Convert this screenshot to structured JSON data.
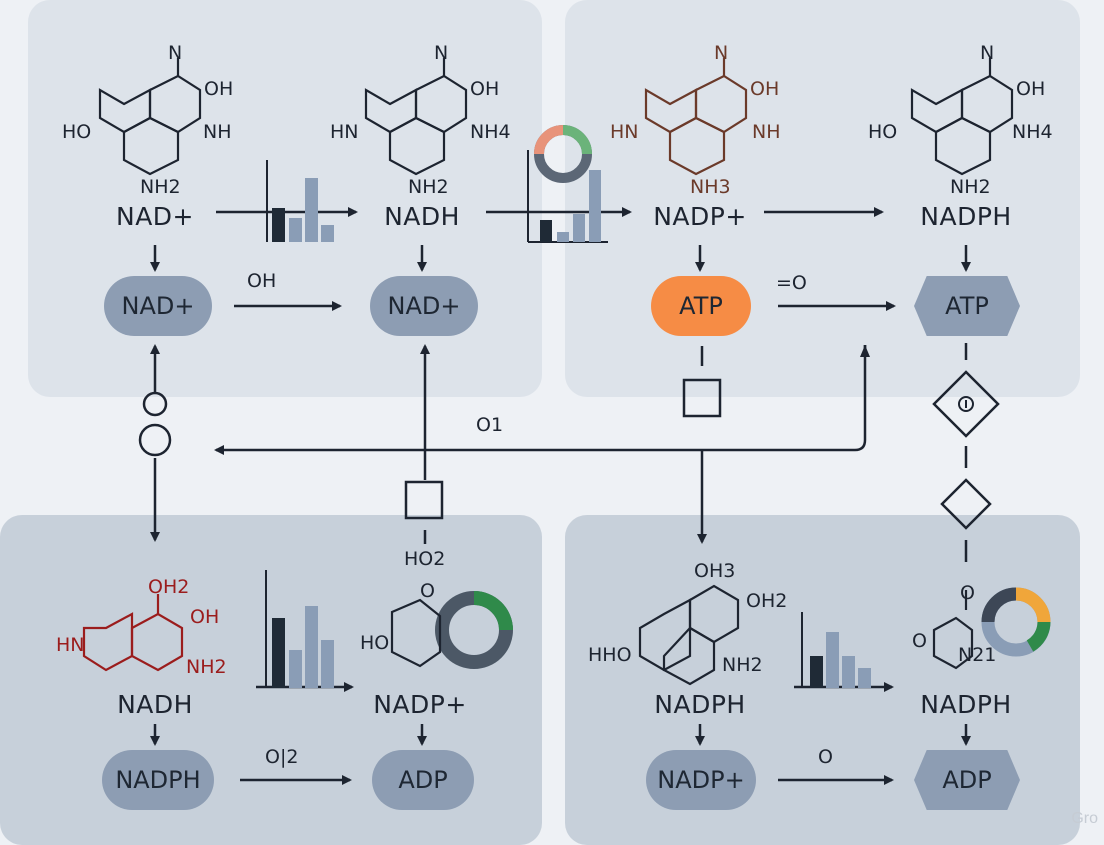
{
  "colors": {
    "background": "#eef1f5",
    "panel_top": "#dde3ea",
    "panel_bottom": "#c7d0da",
    "node_fill": "#8d9db3",
    "node_highlight": "#f68c45",
    "molecule_red": "#9b1c1c",
    "molecule_brown": "#6b3a2a",
    "chart_dark": "#1f2a36",
    "chart_light": "#8a9db6",
    "donut_green": "#2f8a4a",
    "donut_orange": "#f0a63a",
    "donut_gray": "#4c5866"
  },
  "panels": {
    "top_left": {
      "molecule_labels": [
        "N",
        "OH",
        "HO",
        "NH",
        "NH2"
      ],
      "compound_label": "NAD+",
      "next_compound_label": "NADH",
      "next_molecule_labels": [
        "N",
        "OH",
        "HN",
        "NH4",
        "NH2"
      ],
      "node_left": "NAD+",
      "node_right": "NAD+",
      "arrow_label": "OH"
    },
    "top_right": {
      "molecule_labels": [
        "N",
        "OH",
        "HN",
        "NH",
        "NH3"
      ],
      "compound_label": "NADP+",
      "next_compound_label": "NADPH",
      "next_molecule_labels": [
        "N",
        "OH",
        "HO",
        "NH4",
        "NH2"
      ],
      "node_left": "ATP",
      "node_right": "ATP",
      "arrow_label": "=O"
    },
    "bottom_left": {
      "molecule_labels": [
        "OH2",
        "OH",
        "HN",
        "NH2"
      ],
      "compound_label": "NADH",
      "next_compound_label": "NADP+",
      "next_molecule_labels": [
        "O",
        "HO"
      ],
      "node_left": "NADPH",
      "node_right": "ADP",
      "arrow_label": "O|2"
    },
    "bottom_right": {
      "molecule_labels": [
        "OH3",
        "OH2",
        "HHO",
        "NH2"
      ],
      "compound_label": "NADPH",
      "next_compound_label": "NADPH",
      "next_molecule_labels": [
        "O",
        "O",
        "N21"
      ],
      "node_left": "NADP+",
      "node_right": "ADP",
      "arrow_label": "O"
    }
  },
  "connectors": {
    "middle_label": "O1",
    "ho2_label": "HO2"
  },
  "watermark": "Gro"
}
